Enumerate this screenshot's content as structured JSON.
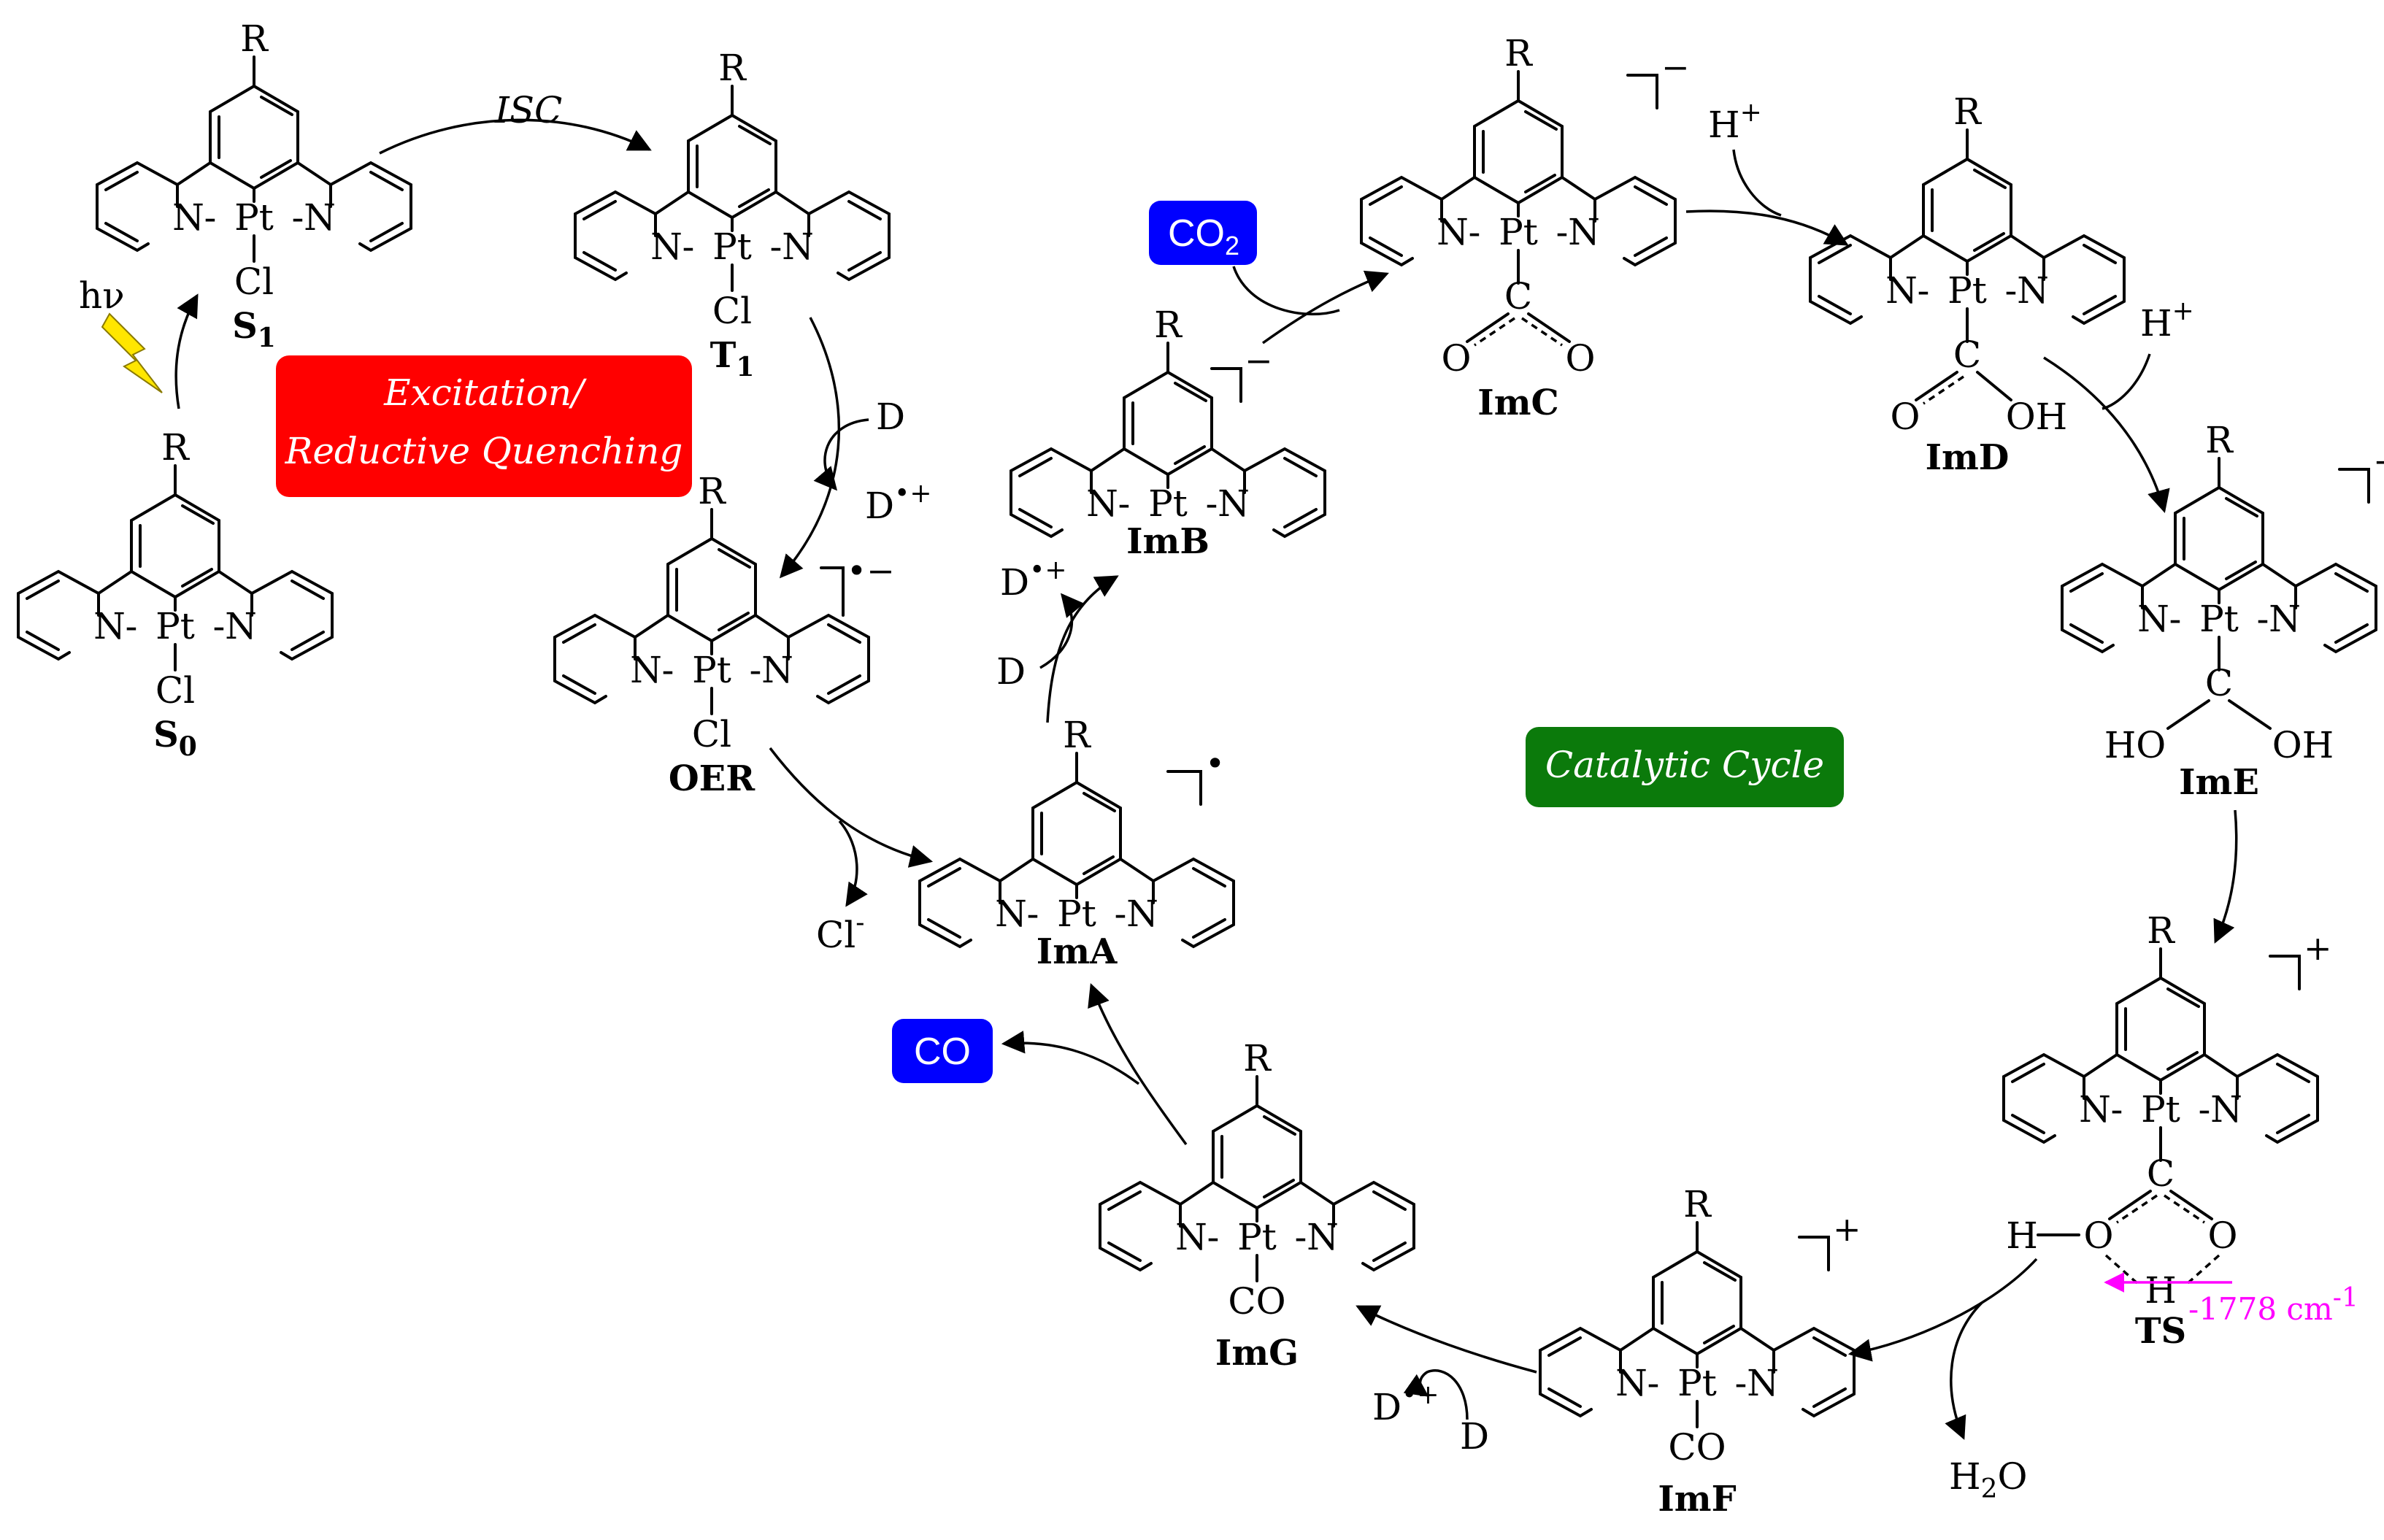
{
  "colors": {
    "excitation_box": "#ff0000",
    "catalytic_box": "#0b7a0b",
    "gas_box": "#0000ff",
    "ts_arrow": "#ff00ff",
    "lightning": "#ffe600"
  },
  "boxes": {
    "excitation_line1": "Excitation/",
    "excitation_line2": "Reductive Quenching",
    "catalytic": "Catalytic Cycle",
    "co2": "CO",
    "co2_sub": "2",
    "co": "CO"
  },
  "atoms": {
    "R": "R",
    "N": "N",
    "Pt": "Pt",
    "Cl": "Cl",
    "C": "C",
    "O": "O",
    "H": "H",
    "OH": "OH",
    "HO": "HO",
    "CO": "CO",
    "dash": "-"
  },
  "species": {
    "S1": "S",
    "S1_sub": "1",
    "T1": "T",
    "T1_sub": "1",
    "S0": "S",
    "S0_sub": "0",
    "OER": "OER",
    "ImA": "ImA",
    "ImB": "ImB",
    "ImC": "ImC",
    "ImD": "ImD",
    "ImE": "ImE",
    "TS": "TS",
    "ImF": "ImF",
    "ImG": "ImG"
  },
  "charges": {
    "minus": "−",
    "plus": "+",
    "radical_minus": "•−",
    "radical": "•"
  },
  "reagents": {
    "hv": "hν",
    "isc": "ISC",
    "D": "D",
    "D_radical_cation": "D",
    "D_radical_cation_sup": "•+",
    "H_plus": "H",
    "H_plus_sup": "+",
    "Cl_minus": "Cl",
    "Cl_minus_sup": "-",
    "H2O_H": "H",
    "H2O_sub": "2",
    "H2O_O": "O"
  },
  "ts_frequency": "-1778 cm",
  "ts_frequency_sup": "-1"
}
